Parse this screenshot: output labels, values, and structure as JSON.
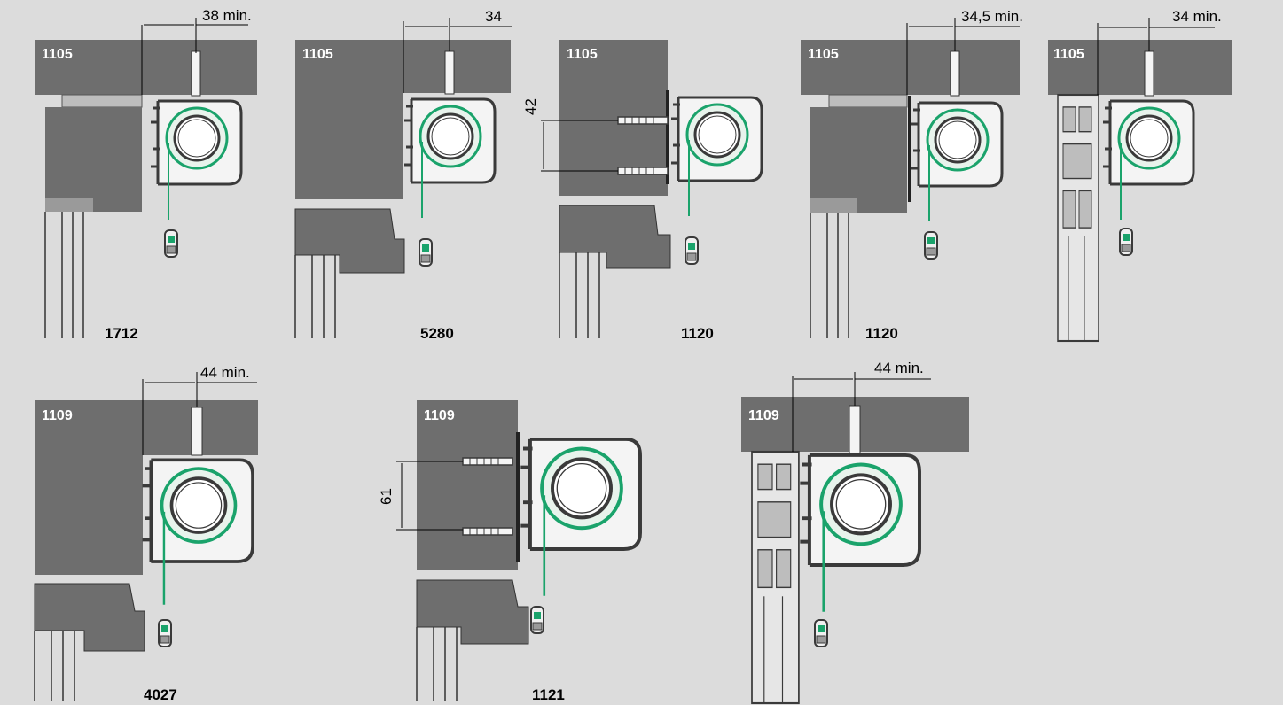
{
  "colors": {
    "background": "#dcdcdc",
    "wall": "#6e6e6e",
    "profile": "#4a4a4a",
    "tape_ring": "#1aa36b",
    "dimension_line": "#000000"
  },
  "details": [
    {
      "wall_label": "1105",
      "profile_number": "1712",
      "dimension": "38 min."
    },
    {
      "wall_label": "1105",
      "profile_number": "5280",
      "dimension": "34"
    },
    {
      "wall_label": "1105",
      "profile_number": "1120",
      "dimension": "42"
    },
    {
      "wall_label": "1105",
      "profile_number": "1120",
      "dimension": "34,5 min."
    },
    {
      "wall_label": "1105",
      "profile_number": "",
      "dimension": "34 min."
    },
    {
      "wall_label": "1109",
      "profile_number": "4027",
      "dimension": "44 min."
    },
    {
      "wall_label": "1109",
      "profile_number": "1121",
      "dimension": "61"
    },
    {
      "wall_label": "1109",
      "profile_number": "",
      "dimension": "44 min."
    }
  ]
}
